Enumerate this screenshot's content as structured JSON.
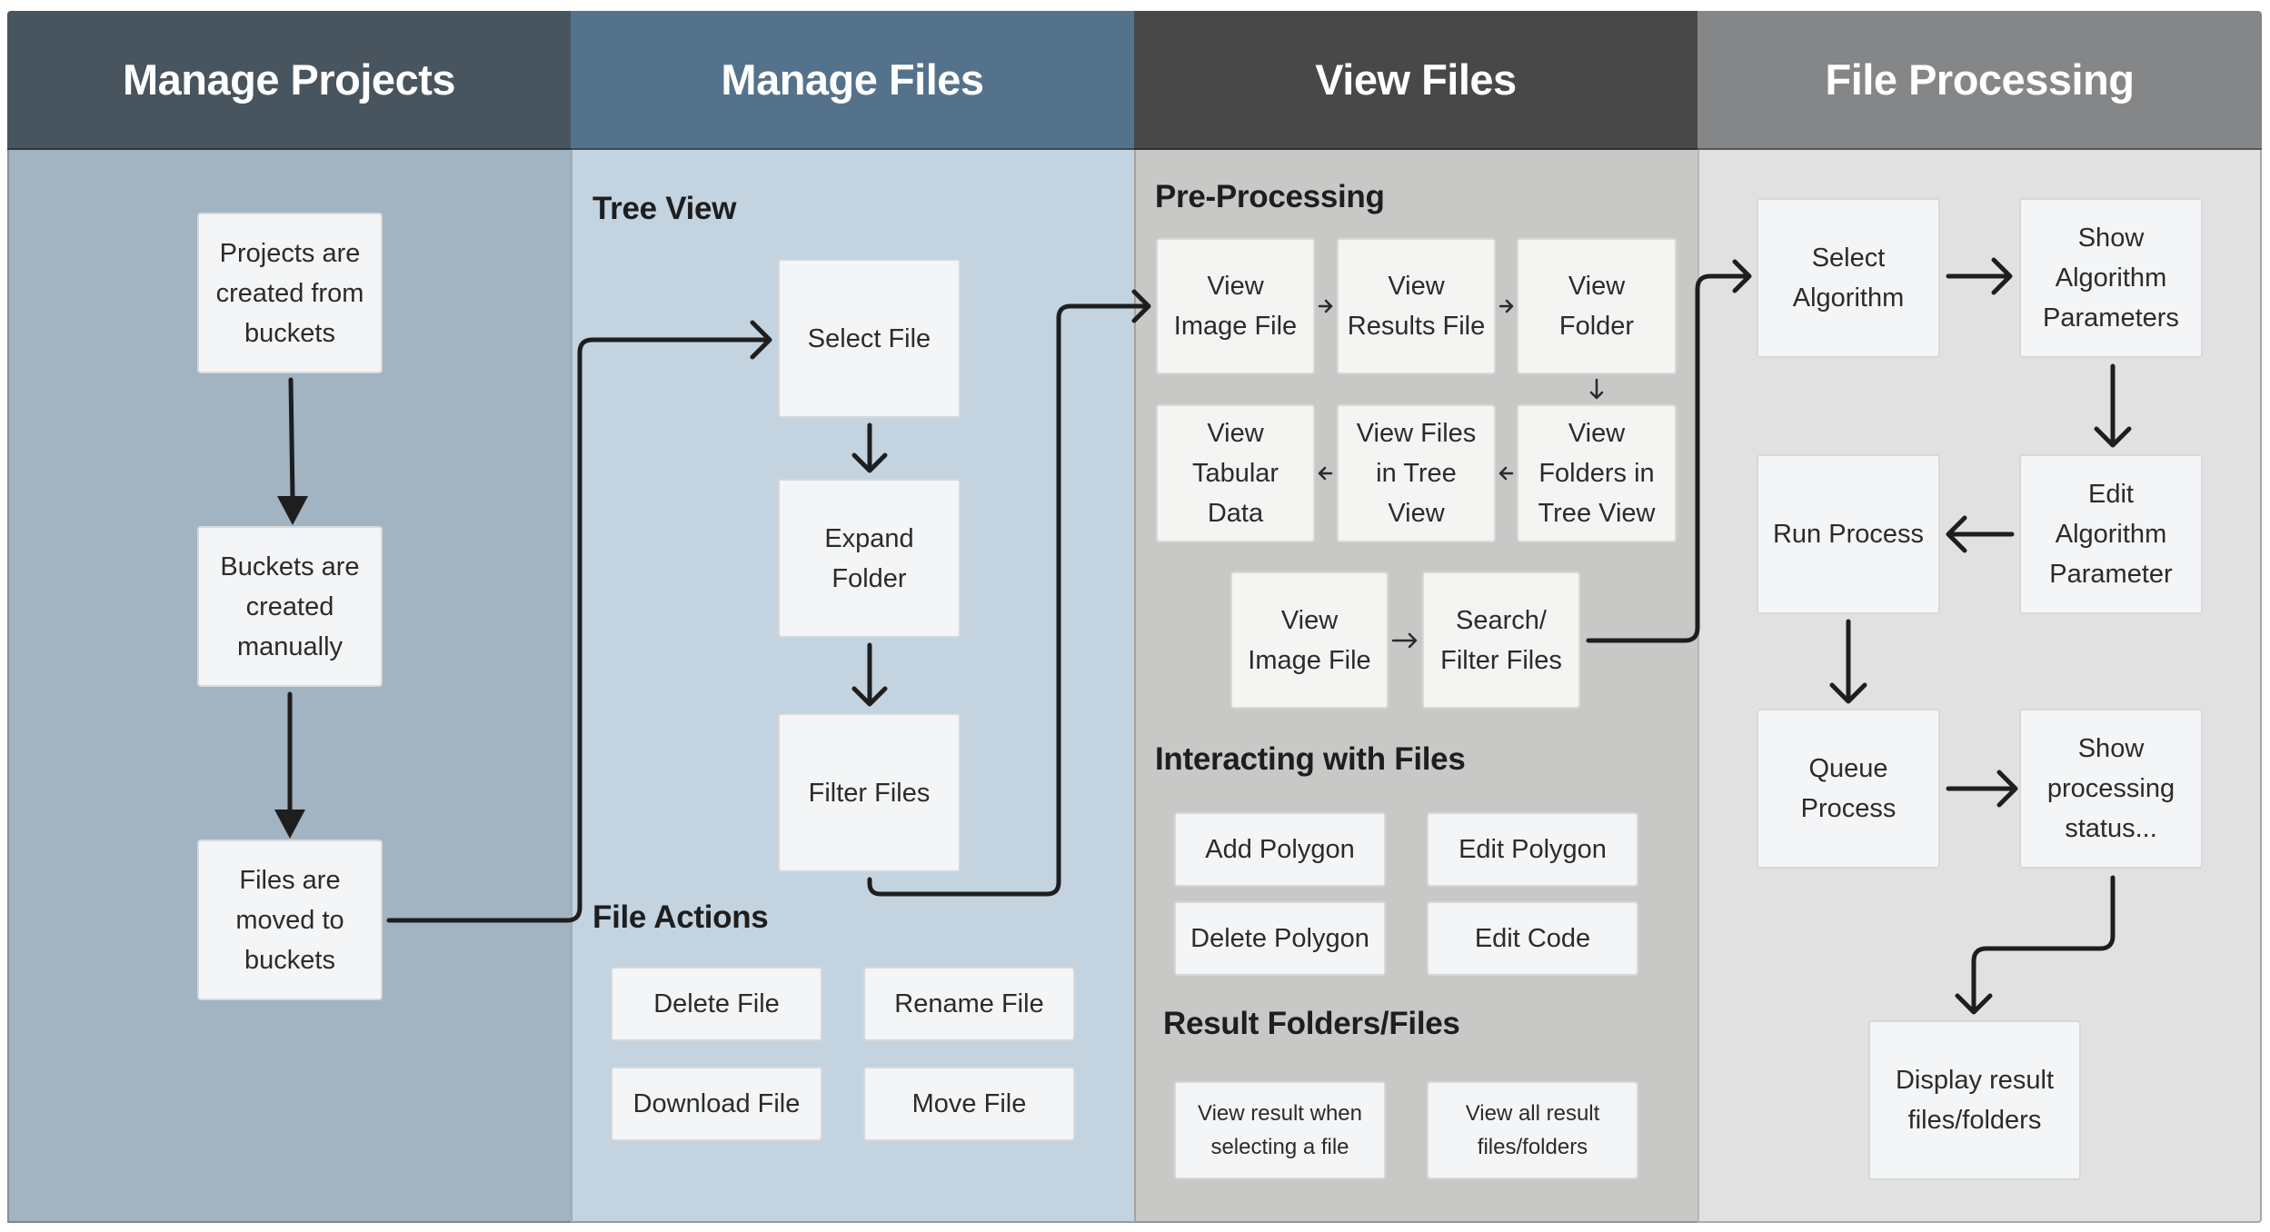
{
  "colors": {
    "manage_projects_header": "#48555f",
    "manage_projects_body": "#a2b3c1",
    "manage_files_header": "#55728c",
    "manage_files_body": "#c3d3e0",
    "view_files_header": "#484848",
    "view_files_body": "#c8c8c6",
    "file_processing_header": "#858688",
    "file_processing_body": "#e1e1e1",
    "node_fill": "#f3f5f7",
    "connector": "#1e1e1e"
  },
  "lanes": [
    {
      "title": "Manage Projects",
      "nodes": [
        "Projects are\ncreated from\nbuckets",
        "Buckets are\ncreated\nmanually",
        "Files are\nmoved to\nbuckets"
      ]
    },
    {
      "title": "Manage Files",
      "sections": [
        {
          "title": "Tree View",
          "nodes": [
            "Select File",
            "Expand\nFolder",
            "Filter Files"
          ]
        },
        {
          "title": "File Actions",
          "nodes": [
            "Delete File",
            "Rename File",
            "Download File",
            "Move File"
          ]
        }
      ]
    },
    {
      "title": "View Files",
      "sections": [
        {
          "title": "Pre-Processing",
          "nodes": [
            "View\nImage File",
            "View\nResults File",
            "View\nFolder",
            "View\nTabular\nData",
            "View Files\nin Tree\nView",
            "View\nFolders in\nTree View",
            "View\nImage File",
            "Search/\nFilter Files"
          ]
        },
        {
          "title": "Interacting with Files",
          "nodes": [
            "Add Polygon",
            "Edit Polygon",
            "Delete Polygon",
            "Edit Code"
          ]
        },
        {
          "title": "Result Folders/Files",
          "nodes": [
            "View result when\nselecting a file",
            "View all result\nfiles/folders"
          ]
        }
      ]
    },
    {
      "title": "File Processing",
      "nodes": [
        "Select\nAlgorithm",
        "Show\nAlgorithm\nParameters",
        "Run Process",
        "Edit\nAlgorithm\nParameter",
        "Queue\nProcess",
        "Show\nprocessing\nstatus...",
        "Display result\nfiles/folders"
      ]
    }
  ],
  "edges": [
    {
      "from": "Projects are created from buckets",
      "to": "Buckets are created manually"
    },
    {
      "from": "Buckets are created manually",
      "to": "Files are moved to buckets"
    },
    {
      "from": "Files are moved to buckets",
      "to": "Select File"
    },
    {
      "from": "Select File",
      "to": "Expand Folder"
    },
    {
      "from": "Expand Folder",
      "to": "Filter Files"
    },
    {
      "from": "Filter Files",
      "to": "View Image File"
    },
    {
      "from": "View Image File",
      "to": "View Results File"
    },
    {
      "from": "View Results File",
      "to": "View Folder"
    },
    {
      "from": "View Folder",
      "to": "View Folders in Tree View"
    },
    {
      "from": "View Folders in Tree View",
      "to": "View Files in Tree View"
    },
    {
      "from": "View Files in Tree View",
      "to": "View Tabular Data"
    },
    {
      "from": "View Image File",
      "to": "Search/Filter Files"
    },
    {
      "from": "Search/Filter Files",
      "to": "Select Algorithm"
    },
    {
      "from": "Select Algorithm",
      "to": "Show Algorithm Parameters"
    },
    {
      "from": "Show Algorithm Parameters",
      "to": "Edit Algorithm Parameter"
    },
    {
      "from": "Edit Algorithm Parameter",
      "to": "Run Process"
    },
    {
      "from": "Run Process",
      "to": "Queue Process"
    },
    {
      "from": "Queue Process",
      "to": "Show processing status..."
    },
    {
      "from": "Show processing status...",
      "to": "Display result files/folders"
    }
  ]
}
